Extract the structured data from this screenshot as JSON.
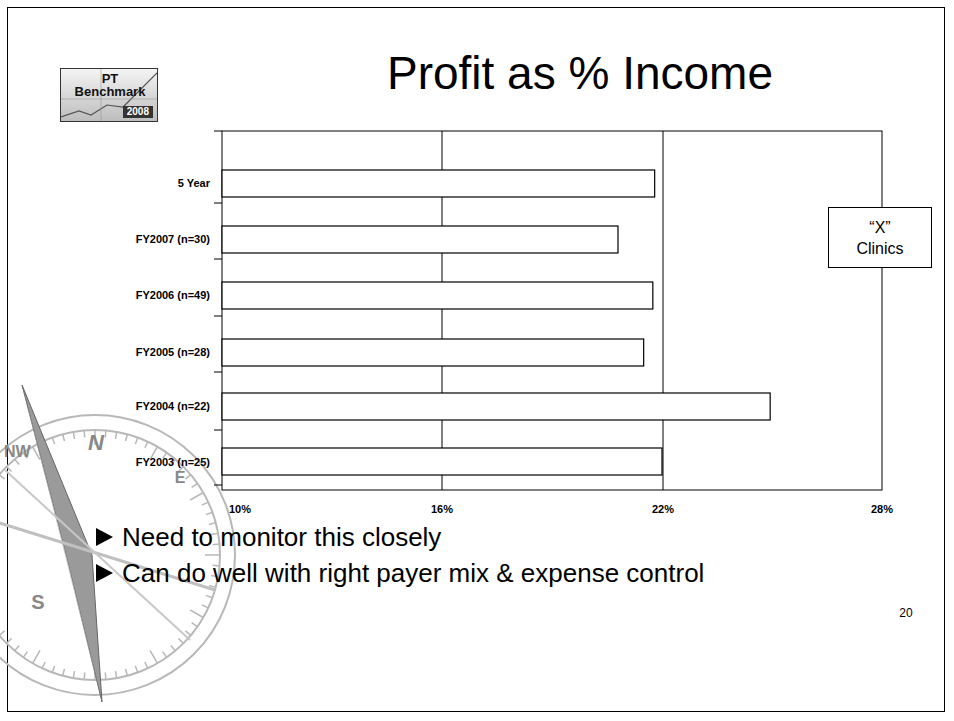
{
  "diagram": {
    "title": "Profit as % Income",
    "nodes": [
      {
        "text": [
          "PT Benchmark",
          "2008"
        ]
      },
      {
        "text": [
          "“X” Clinics"
        ]
      }
    ],
    "labels": [
      "5 Year",
      "FY2007  (n=30)",
      "FY2006  (n=49)",
      "FY2005  (n=28)",
      "FY2004  (n=22)",
      "FY2003  (n=25)",
      "10%",
      "16%",
      "22%",
      "28%",
      "Need to monitor this closely",
      "Can do well with right payer mix & expense control",
      "20",
      "NW",
      "N",
      "E",
      "S"
    ]
  }
}
